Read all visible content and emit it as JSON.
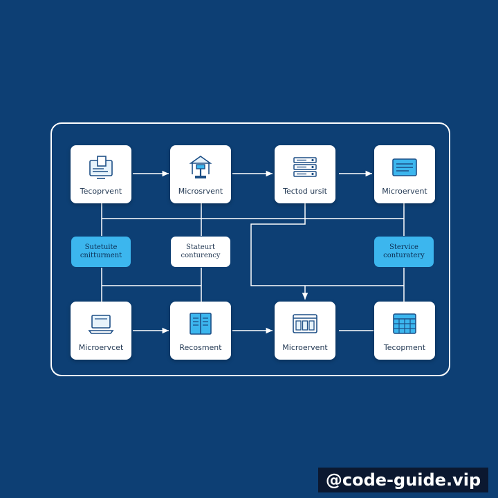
{
  "nodes": [
    {
      "label": "Tecoprvent",
      "icon": "document-screen-icon"
    },
    {
      "label": "Microsrvent",
      "icon": "robot-arm-icon"
    },
    {
      "label": "Tectod ursit",
      "icon": "server-rack-icon"
    },
    {
      "label": "Microervent",
      "icon": "monitor-panel-icon"
    },
    {
      "label": "Microervcet",
      "icon": "laptop-icon"
    },
    {
      "label": "Recosment",
      "icon": "book-document-icon"
    },
    {
      "label": "Microervent",
      "icon": "window-grid-icon"
    },
    {
      "label": "Tecopment",
      "icon": "calculator-grid-icon"
    }
  ],
  "pills": [
    {
      "line1": "Sutetuite",
      "line2": "cnitturment",
      "style": "blue"
    },
    {
      "line1": "Stateurt",
      "line2": "conturency",
      "style": "white"
    },
    {
      "line1": "Stervice",
      "line2": "conturatery",
      "style": "blue"
    }
  ],
  "colors": {
    "background": "#0d3f74",
    "accent": "#3cb6ee",
    "line": "#ffffff",
    "icon_stroke": "#1d4f86"
  },
  "watermark": "@code-guide.vip"
}
